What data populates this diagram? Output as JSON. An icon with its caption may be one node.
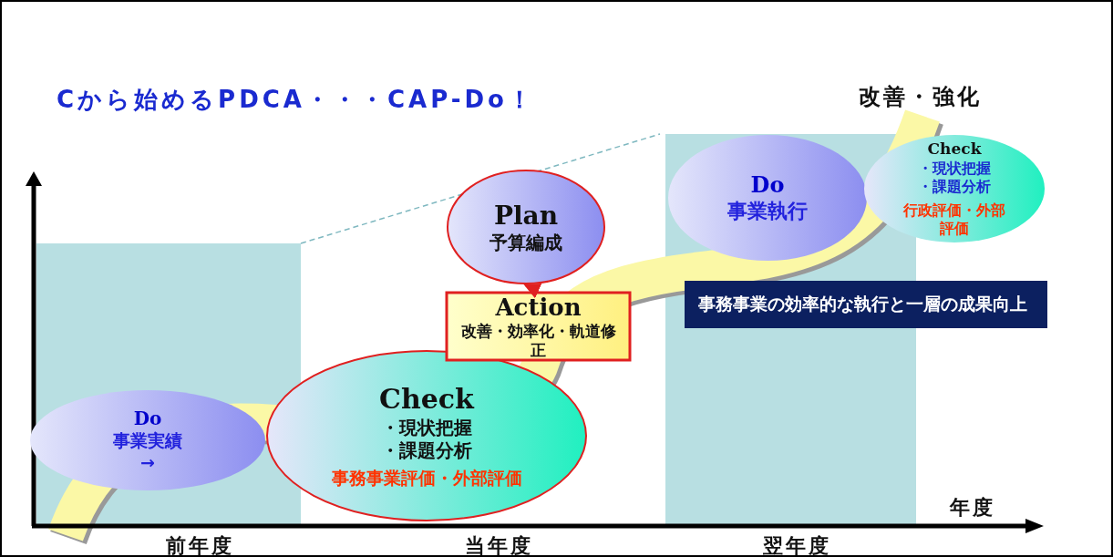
{
  "diagram": {
    "title": "Cから始めるPDCA・・・CAP-Do！",
    "nodes": [
      {
        "text": [
          "Do",
          "事業実績",
          "→"
        ]
      },
      {
        "text": [
          "Check",
          "・現状把握",
          "・課題分析",
          "事務事業評価・外部評価"
        ]
      },
      {
        "text": [
          "Action",
          "改善・効率化・軌道修正"
        ]
      },
      {
        "text": [
          "Plan",
          "予算編成"
        ]
      },
      {
        "text": [
          "Do",
          "事業執行"
        ]
      },
      {
        "text": [
          "Check",
          "・現状把握",
          "・課題分析",
          "行政評価・外部評価"
        ]
      },
      {
        "text": [
          "事務事業の効率的な執行と一層の成果向上"
        ]
      }
    ],
    "edges": [
      {
        "from": 2,
        "to": 3,
        "arrow": "to",
        "color": "#e02020"
      }
    ],
    "labels": [
      "改善・強化",
      "年度",
      "前年度",
      "当年度",
      "翌年度"
    ]
  }
}
